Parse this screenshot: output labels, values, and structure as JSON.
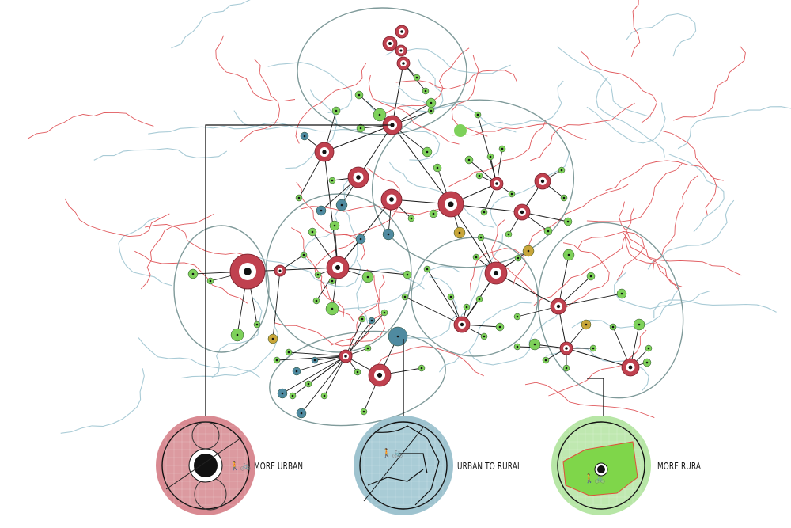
{
  "legend": [
    {
      "label": "MORE URBAN",
      "fill": "#dc9aa0",
      "ring": "#d98a92"
    },
    {
      "label": "URBAN TO RURAL",
      "fill": "#a9ccd6",
      "ring": "#9ec3cf"
    },
    {
      "label": "MORE RURAL",
      "fill": "#bfe8b0",
      "ring": "#b7e6a6"
    }
  ],
  "colors": {
    "urban_node": "#c0414f",
    "rural_node": "#7ed15a",
    "transition_node": "#4f8aa0",
    "mixed_node": "#c8a63a",
    "road": "#e05a5e",
    "river": "#a9cbd6",
    "cluster_outline": "#7f9a9a",
    "link": "#1a1a1a"
  }
}
